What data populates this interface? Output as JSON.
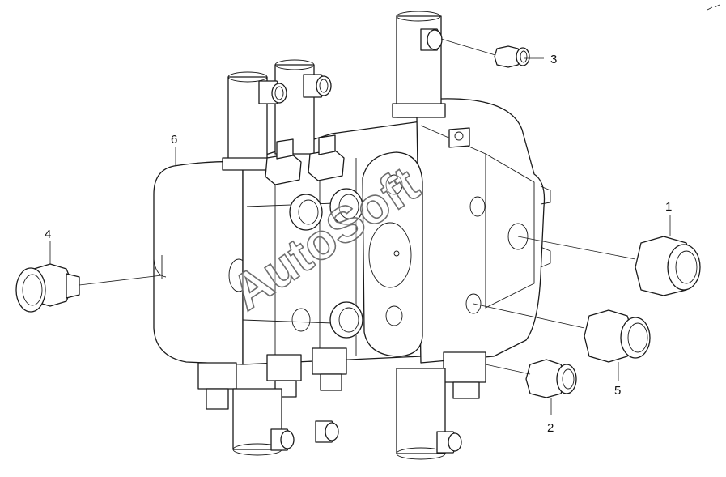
{
  "watermark": "AutoSoft",
  "callouts": [
    {
      "id": "1",
      "label": "1"
    },
    {
      "id": "2",
      "label": "2"
    },
    {
      "id": "3",
      "label": "3"
    },
    {
      "id": "4",
      "label": "4"
    },
    {
      "id": "5",
      "label": "5"
    },
    {
      "id": "6",
      "label": "6"
    }
  ],
  "colors": {
    "line": "#1a1a1a",
    "background": "#ffffff",
    "watermark": "#6e6e6e"
  }
}
